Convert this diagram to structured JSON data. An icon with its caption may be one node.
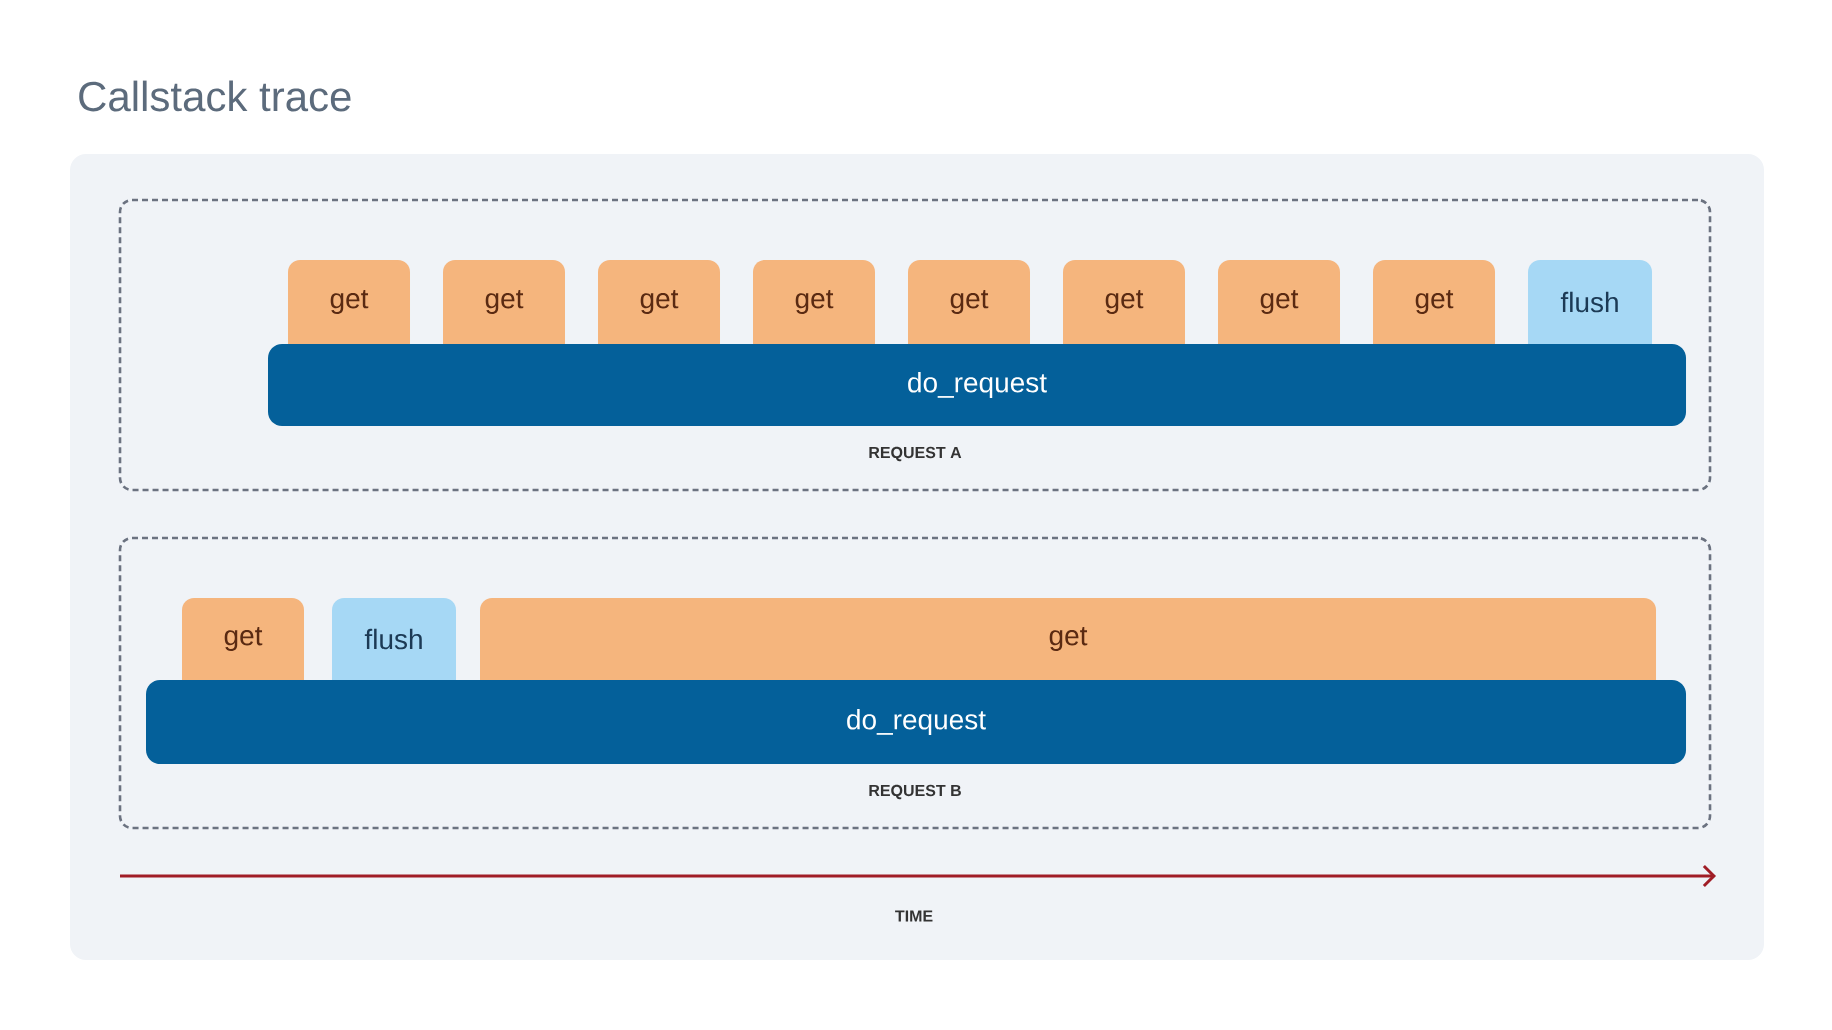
{
  "diagram": {
    "title": "Callstack trace",
    "nodes": [
      {
        "text": [
          "REQUEST A"
        ]
      },
      {
        "text": [
          "get"
        ],
        "in": 0
      },
      {
        "text": [
          "get"
        ],
        "in": 0
      },
      {
        "text": [
          "get"
        ],
        "in": 0
      },
      {
        "text": [
          "get"
        ],
        "in": 0
      },
      {
        "text": [
          "get"
        ],
        "in": 0
      },
      {
        "text": [
          "get"
        ],
        "in": 0
      },
      {
        "text": [
          "get"
        ],
        "in": 0
      },
      {
        "text": [
          "get"
        ],
        "in": 0
      },
      {
        "text": [
          "flush"
        ],
        "in": 0
      },
      {
        "text": [
          "do_request"
        ],
        "in": 0
      },
      {
        "text": [
          "REQUEST B"
        ]
      },
      {
        "text": [
          "get"
        ],
        "in": 11
      },
      {
        "text": [
          "flush"
        ],
        "in": 11
      },
      {
        "text": [
          "get"
        ],
        "in": 11
      },
      {
        "text": [
          "do_request"
        ],
        "in": 11
      }
    ],
    "labels": [
      "TIME"
    ]
  }
}
